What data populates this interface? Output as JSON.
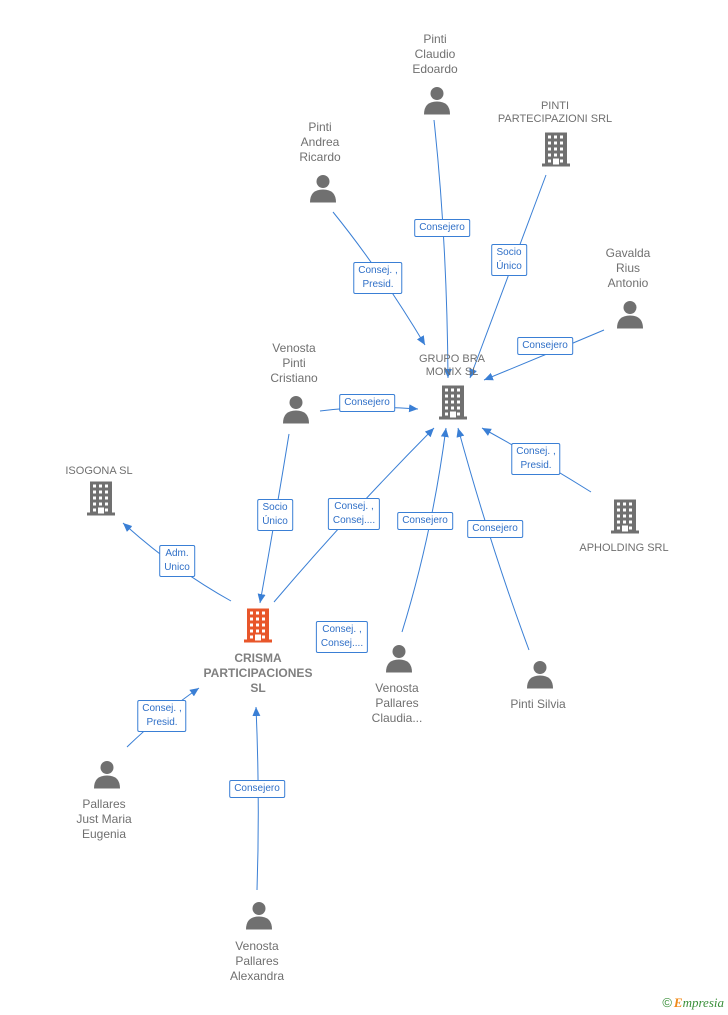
{
  "colors": {
    "edge": "#3a7fd5",
    "person": "#707070",
    "company": "#707070",
    "focus": "#e8562a"
  },
  "nodes": [
    {
      "id": "crisma",
      "type": "company",
      "focus": true,
      "label": "CRISMA\nPARTICIPACIONES\nSL"
    },
    {
      "id": "grupo",
      "type": "company",
      "label": "GRUPO BRA\nMONIX  SL"
    },
    {
      "id": "isogona",
      "type": "company",
      "label": "ISOGONA SL"
    },
    {
      "id": "pinti_part",
      "type": "company",
      "label": "PINTI\nPARTECIPAZIONI SRL"
    },
    {
      "id": "apholding",
      "type": "company",
      "label": "APHOLDING SRL"
    },
    {
      "id": "pinti_claudio",
      "type": "person",
      "label": "Pinti\nClaudio\nEdoardo"
    },
    {
      "id": "pinti_andrea",
      "type": "person",
      "label": "Pinti\nAndrea\nRicardo"
    },
    {
      "id": "gavalda",
      "type": "person",
      "label": "Gavalda\nRius\nAntonio"
    },
    {
      "id": "venosta_cristiano",
      "type": "person",
      "label": "Venosta\nPinti\nCristiano"
    },
    {
      "id": "venosta_claudia",
      "type": "person",
      "label": "Venosta\nPallares\nClaudia..."
    },
    {
      "id": "pinti_silvia",
      "type": "person",
      "label": "Pinti Silvia"
    },
    {
      "id": "pallares_just",
      "type": "person",
      "label": "Pallares\nJust Maria\nEugenia"
    },
    {
      "id": "venosta_alexandra",
      "type": "person",
      "label": "Venosta\nPallares\nAlexandra"
    }
  ],
  "edges": [
    {
      "from": "pinti_claudio",
      "to": "grupo",
      "label": "Consejero"
    },
    {
      "from": "pinti_part",
      "to": "grupo",
      "label": "Socio\nÚnico"
    },
    {
      "from": "pinti_andrea",
      "to": "grupo",
      "label": "Consej. ,\nPresid."
    },
    {
      "from": "gavalda",
      "to": "grupo",
      "label": "Consejero"
    },
    {
      "from": "venosta_cristiano",
      "to": "grupo",
      "label": "Consejero"
    },
    {
      "from": "apholding",
      "to": "grupo",
      "label": "Consej. ,\nPresid."
    },
    {
      "from": "venosta_cristiano",
      "to": "crisma",
      "label": "Socio\nÚnico"
    },
    {
      "from": "crisma",
      "to": "grupo",
      "label": "Consej. ,\nConsej...."
    },
    {
      "from": "venosta_claudia",
      "to": "grupo",
      "label": "Consejero"
    },
    {
      "from": "pinti_silvia",
      "to": "grupo",
      "label": "Consejero"
    },
    {
      "from": "crisma",
      "to": "isogona",
      "label": "Adm.\nUnico"
    },
    {
      "from": "venosta_claudia",
      "to": "crisma",
      "label": "Consej. ,\nConsej...."
    },
    {
      "from": "pallares_just",
      "to": "crisma",
      "label": "Consej. ,\nPresid."
    },
    {
      "from": "venosta_alexandra",
      "to": "crisma",
      "label": "Consejero"
    }
  ],
  "footer": {
    "copyright": "©",
    "brand_initial": "E",
    "brand_rest": "mpresia"
  }
}
